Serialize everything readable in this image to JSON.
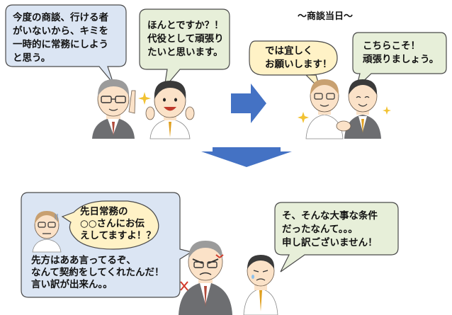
{
  "scene1": {
    "manager_speech": "今度の商談、行ける者\nがいないから、キミを\n一時的に常務にしよう\nと思う。",
    "employee_speech": "ほんとですか？！\n代役として頑張り\nたいと思います。"
  },
  "scene2": {
    "title": "～商談当日～",
    "client_speech": "では宜しく\nお願いします！",
    "employee_speech": "こちらこそ！\n頑張りましょう。"
  },
  "scene3": {
    "client_quote": "先日常務の\n○○さんにお伝\nえしてますよ！？",
    "boss_speech": "先方はああ言ってるぞ、\nなんて契約をしてくれたんだ！\n言い訳が出来ん。。",
    "employee_speech": "そ、そんな大事な条件\nだったなんて。。。\n申し訳ございません！"
  },
  "colors": {
    "bubble_blue": "#dbe5f3",
    "bubble_green": "#e7efd9",
    "bubble_yellow": "#fff2c6",
    "bubble_stroke": "#4a4a4a",
    "arrow": "#4472c4",
    "suit_gray": "#6d6e71",
    "skin": "#fbe2c8",
    "hair_dark": "#3a3a3a",
    "hair_gray": "#9b9b9b"
  }
}
